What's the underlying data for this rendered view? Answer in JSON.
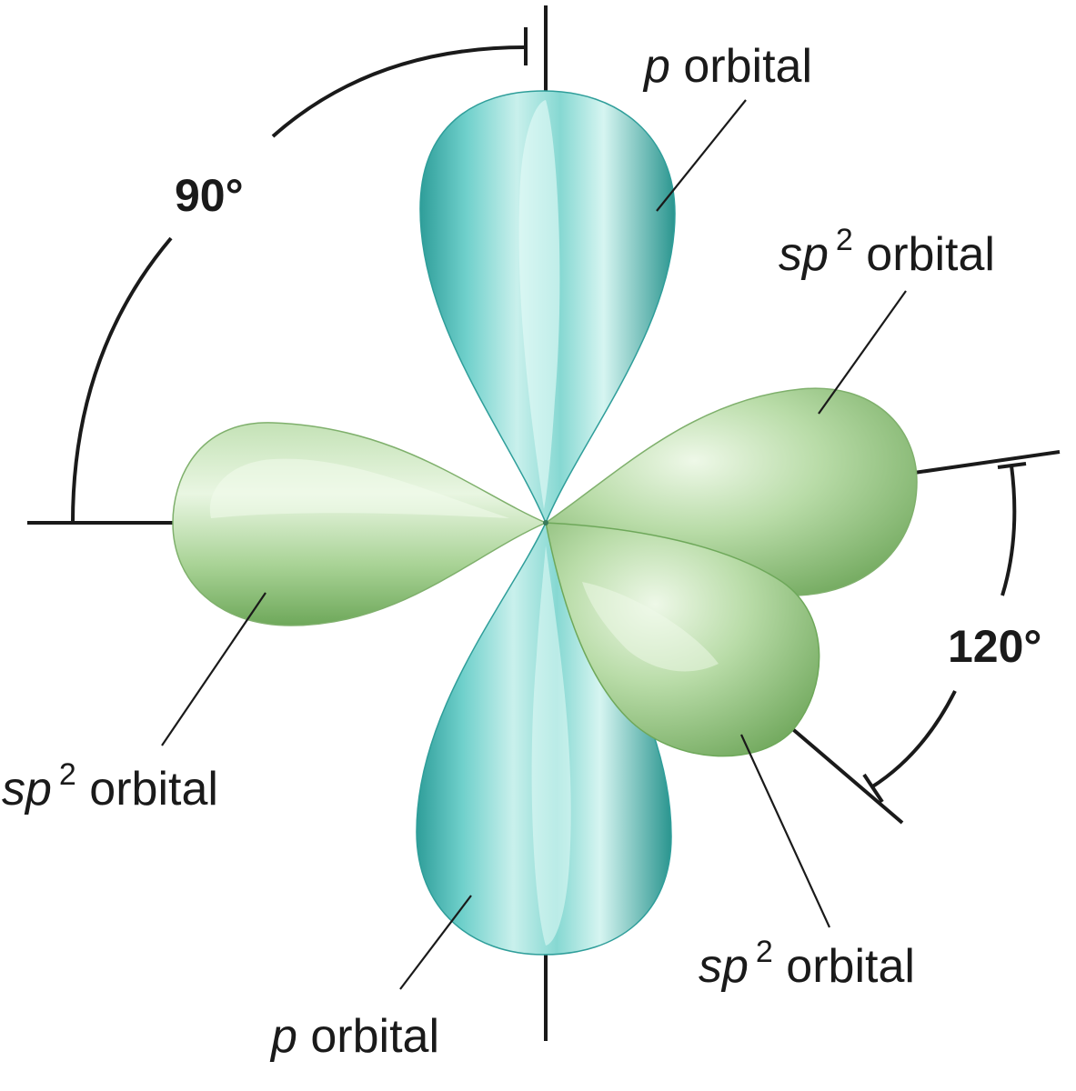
{
  "labels": {
    "p_top": {
      "italic": "p",
      "rest": " orbital"
    },
    "p_bottom": {
      "italic": "p",
      "rest": " orbital"
    },
    "sp2_right_top": {
      "italic": "sp",
      "sup": "2",
      "rest": " orbital"
    },
    "sp2_left": {
      "italic": "sp",
      "sup": "2",
      "rest": " orbital"
    },
    "sp2_bottom_right": {
      "italic": "sp",
      "sup": "2",
      "rest": " orbital"
    }
  },
  "angles": {
    "right_angle": "90°",
    "trigonal_angle": "120°"
  },
  "colors": {
    "p_orbital": "#5cc4c0",
    "sp2_orbital": "#9ec98c",
    "ink": "#1a1a1a"
  }
}
